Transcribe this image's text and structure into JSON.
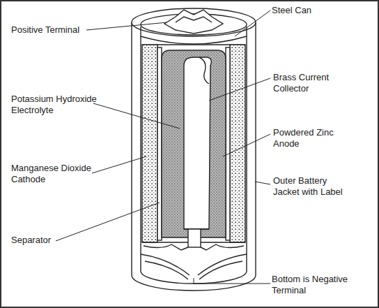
{
  "diagram": {
    "labels": [
      "Positive Terminal",
      "Steel Can",
      "Brass Current Collector",
      "Potassium Hydroxide Electrolyte",
      "Powdered Zinc Anode",
      "Manganese Dioxide Cathode",
      "Outer Battery Jacket with Label",
      "Separator",
      "Bottom is Negative Terminal"
    ]
  }
}
